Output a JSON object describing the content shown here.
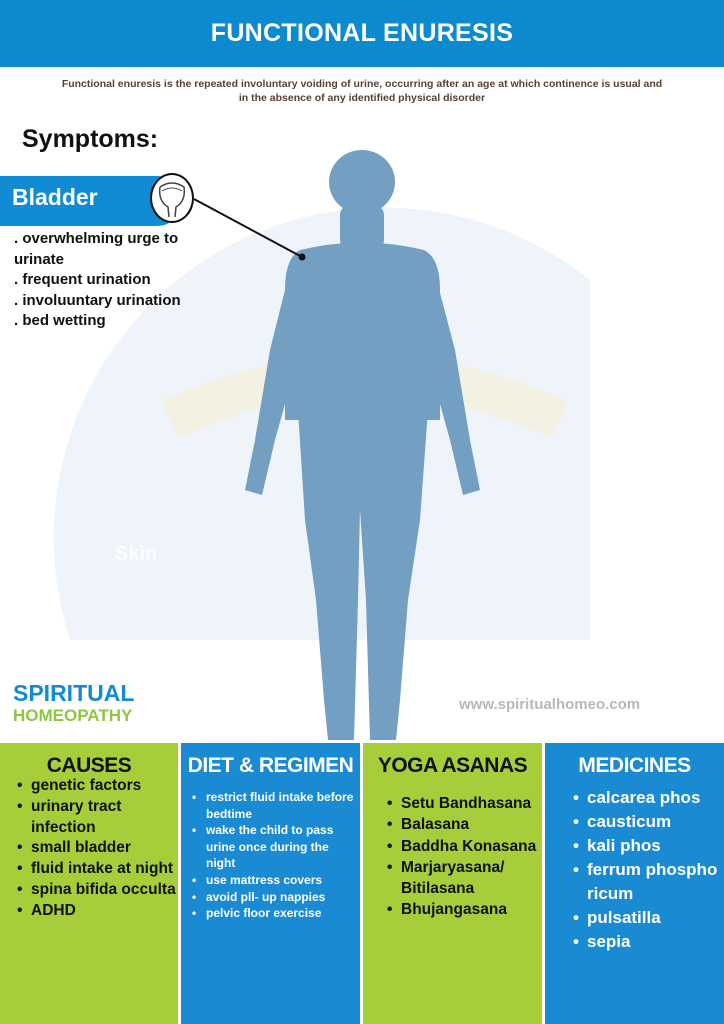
{
  "header": {
    "title": "FUNCTIONAL ENURESIS"
  },
  "intro": "Functional enuresis is the repeated involuntary voiding of urine, occurring after an age at which continence is usual and in the absence of any identified physical disorder",
  "symptoms": {
    "heading": "Symptoms:",
    "organ": "Bladder",
    "items": [
      ". overwhelming urge to urinate",
      ". frequent urination",
      ". involuuntary urination",
      ". bed wetting"
    ]
  },
  "watermark": "Skin",
  "brand": {
    "line1": "SPIRITUAL",
    "line2": "HOMEOPATHY",
    "url": "www.spiritualhomeo.com"
  },
  "colors": {
    "blue": "#0b8ad0",
    "green": "#a6cd3a",
    "figure": "#6f9cbf"
  },
  "columns": [
    {
      "title": "CAUSES",
      "items": [
        "genetic factors",
        "urinary tract infection",
        "small bladder",
        "fluid intake at night",
        "spina bifida occulta",
        "ADHD"
      ]
    },
    {
      "title": "DIET & REGIMEN",
      "items": [
        "restrict fluid intake before bedtime",
        "wake the child to pass urine once during the night",
        "use mattress covers",
        "avoid pll- up nappies",
        "pelvic floor exercise"
      ]
    },
    {
      "title": "YOGA ASANAS",
      "items": [
        "Setu Bandhasana",
        "Balasana",
        "Baddha Konasana",
        "Marjaryasana/ Bitilasana",
        "Bhujangasana"
      ]
    },
    {
      "title": "MEDICINES",
      "items": [
        "calcarea phos",
        "causticum",
        "kali phos",
        "ferrum phosphoricum",
        "pulsatilla",
        "sepia"
      ]
    }
  ]
}
